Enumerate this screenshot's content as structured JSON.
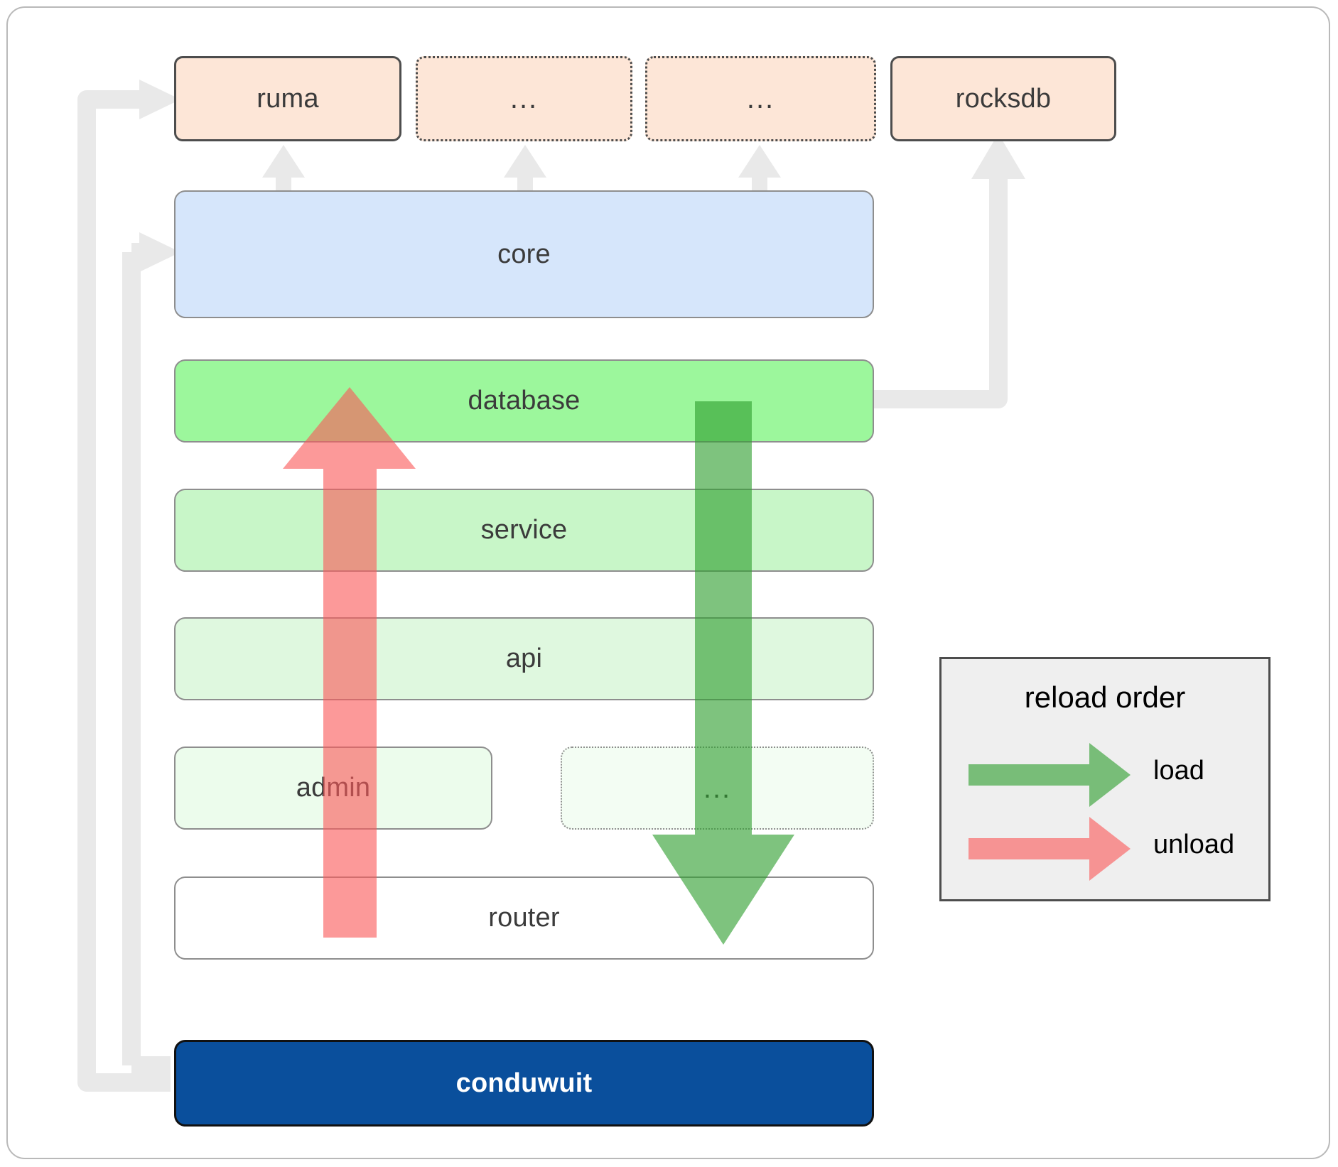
{
  "diagram": {
    "title": "conduwuit crate layering / reload order",
    "dependencies": [
      {
        "label": "ruma",
        "style": "solid"
      },
      {
        "label": "...",
        "style": "dotted"
      },
      {
        "label": "...",
        "style": "dotted"
      },
      {
        "label": "rocksdb",
        "style": "solid"
      }
    ],
    "core": {
      "label": "core"
    },
    "layers": [
      {
        "label": "database",
        "style": "solid"
      },
      {
        "label": "service",
        "style": "solid"
      },
      {
        "label": "api",
        "style": "solid"
      },
      {
        "label": "admin",
        "style": "solid"
      },
      {
        "label": "...",
        "style": "dotted"
      },
      {
        "label": "router",
        "style": "solid"
      }
    ],
    "app": {
      "label": "conduwuit"
    },
    "legend": {
      "title": "reload order",
      "entries": [
        {
          "label": "load",
          "color": "#5aab5a",
          "direction": "down"
        },
        {
          "label": "unload",
          "color": "#fa8a8a",
          "direction": "up"
        }
      ]
    },
    "colors": {
      "dependency_fill": "#fde6d7",
      "core_fill": "#d6e6fb",
      "database_fill": "#9cf79c",
      "service_fill": "#c8f6c8",
      "api_fill": "#dff8df",
      "admin_fill": "#ecfcec",
      "ellipsis_layer_fill": "#f3fdf3",
      "router_fill": "#ffffff",
      "app_fill": "#0a4f9c",
      "connector_grey": "#e9e9e9",
      "load_green": "#5aab5a",
      "unload_red": "#fa8a8a",
      "legend_bg": "#efefef",
      "border_dark": "#4d4d4d",
      "border_grey": "#8e8e8e"
    }
  }
}
